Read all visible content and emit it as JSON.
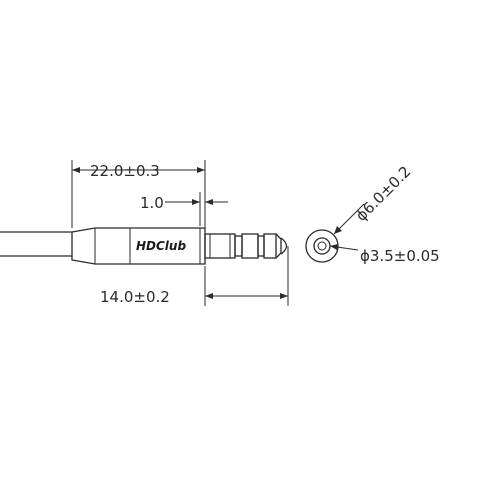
{
  "brand_label": "HDClub",
  "dimensions": {
    "total_length": "22.0±0.3",
    "ring_gap": "1.0",
    "plug_length": "14.0±0.2",
    "outer_diameter": "ϕ6.0±0.2",
    "plug_diameter": "ϕ3.5±0.05"
  },
  "colors": {
    "line": "#2a2a2a",
    "background": "#ffffff"
  }
}
